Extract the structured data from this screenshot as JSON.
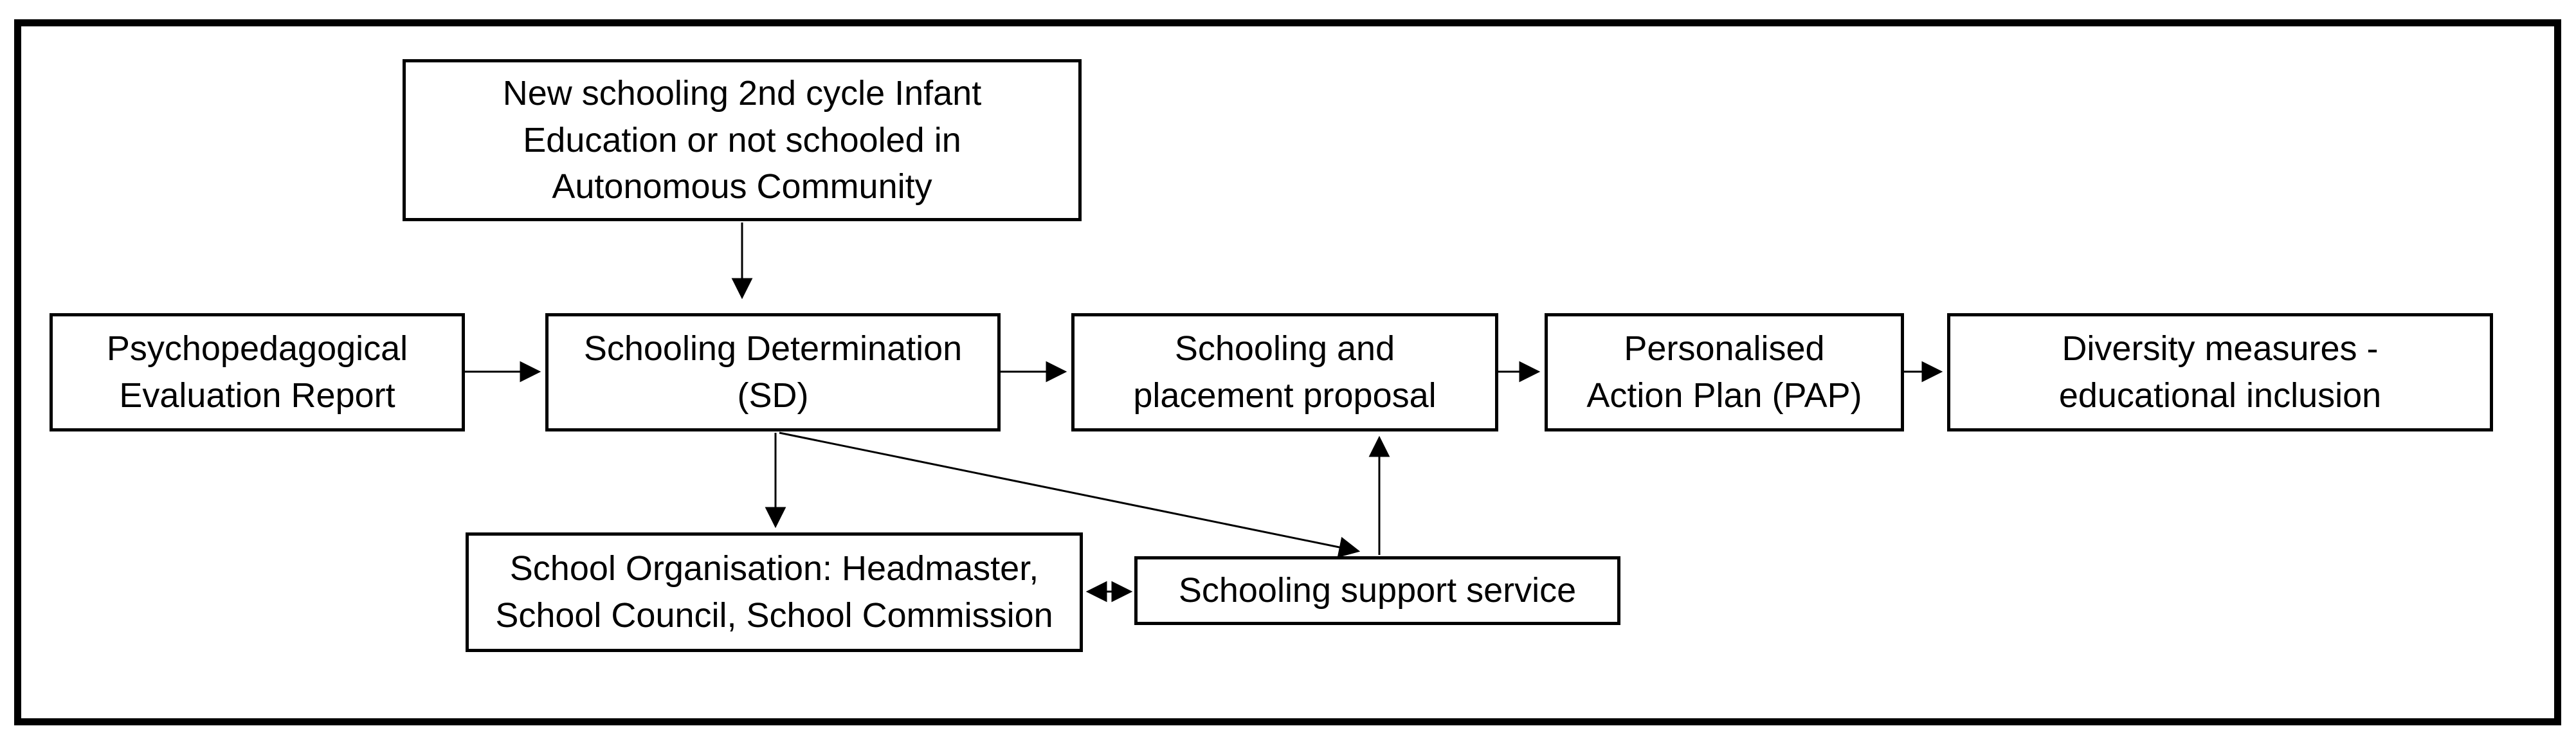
{
  "diagram": {
    "background_color": "#ffffff",
    "border_color": "#000000",
    "text_color": "#000000",
    "nodes": {
      "new_schooling": {
        "lines": [
          "New schooling 2nd cycle Infant",
          "Education or not schooled in",
          "Autonomous Community"
        ]
      },
      "psychopedagogical_report": {
        "lines": [
          "Psychopedagogical",
          "Evaluation Report"
        ]
      },
      "schooling_determination": {
        "lines": [
          "Schooling Determination",
          "(SD)"
        ]
      },
      "schooling_placement_proposal": {
        "lines": [
          "Schooling and",
          "placement proposal"
        ]
      },
      "personalised_action_plan": {
        "lines": [
          "Personalised",
          "Action Plan (PAP)"
        ]
      },
      "diversity_measures": {
        "lines": [
          "Diversity measures -",
          "educational inclusion"
        ]
      },
      "school_organisation": {
        "lines": [
          "School Organisation: Headmaster,",
          "School Council, School Commission"
        ]
      },
      "schooling_support_service": {
        "lines": [
          "Schooling support service"
        ]
      }
    },
    "edges": [
      {
        "from": "new_schooling",
        "to": "schooling_determination",
        "type": "arrow",
        "direction": "down"
      },
      {
        "from": "psychopedagogical_report",
        "to": "schooling_determination",
        "type": "arrow",
        "direction": "right"
      },
      {
        "from": "schooling_determination",
        "to": "schooling_placement_proposal",
        "type": "arrow",
        "direction": "right"
      },
      {
        "from": "schooling_placement_proposal",
        "to": "personalised_action_plan",
        "type": "arrow",
        "direction": "right"
      },
      {
        "from": "personalised_action_plan",
        "to": "diversity_measures",
        "type": "arrow",
        "direction": "right"
      },
      {
        "from": "schooling_determination",
        "to": "school_organisation",
        "type": "arrow",
        "direction": "down"
      },
      {
        "from": "schooling_determination",
        "to": "schooling_support_service",
        "type": "arrow",
        "direction": "diagonal-down-right"
      },
      {
        "from": "schooling_support_service",
        "to": "schooling_placement_proposal",
        "type": "arrow",
        "direction": "up"
      },
      {
        "from": "school_organisation",
        "to": "schooling_support_service",
        "type": "double-arrow",
        "direction": "horizontal"
      }
    ]
  }
}
